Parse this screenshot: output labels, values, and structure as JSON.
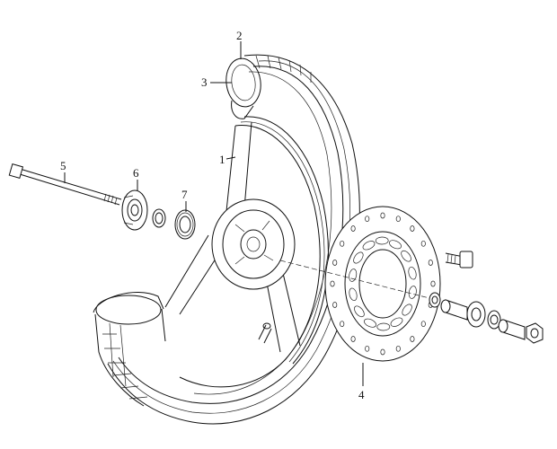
{
  "diagram": {
    "callouts": {
      "c1": "1",
      "c2": "2",
      "c3": "3",
      "c4": "4",
      "c5": "5",
      "c6": "6",
      "c7": "7"
    },
    "colors": {
      "line": "#111111",
      "background": "#ffffff"
    }
  }
}
